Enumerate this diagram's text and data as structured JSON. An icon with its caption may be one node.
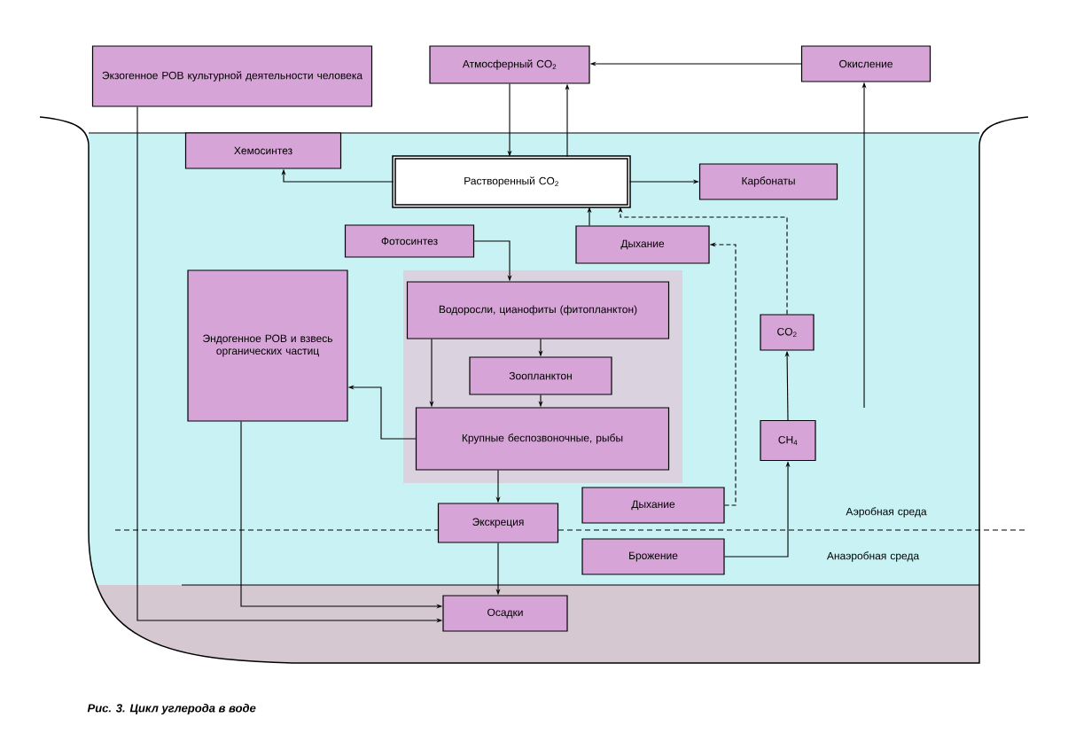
{
  "diagram": {
    "caption": "Рис. 3. Цикл углерода в воде",
    "nodes": [
      {
        "text": [
          "Экзогенное РОВ культурной деятельности человека"
        ]
      },
      {
        "text": [
          "Атмосферный CO$_{2}$"
        ]
      },
      {
        "text": [
          "Окисление"
        ]
      },
      {
        "text": [
          "Хемосинтез"
        ]
      },
      {
        "text": [
          "Растворенный CO$_{2}$"
        ]
      },
      {
        "text": [
          "Карбонаты"
        ]
      },
      {
        "text": [
          "Фотосинтез"
        ]
      },
      {
        "text": [
          "Дыхание"
        ]
      },
      {
        "text": [
          "Эндогенное РОВ и взвесь органических частиц"
        ]
      },
      {
        "text": [
          "Водоросли, цианофиты (фитопланктон)"
        ]
      },
      {
        "text": [
          "Зоопланктон"
        ]
      },
      {
        "text": [
          "Крупные беспозвоночные, рыбы"
        ]
      },
      {
        "text": [
          "CO$_{2}$"
        ]
      },
      {
        "text": [
          "CH$_{4}$"
        ]
      },
      {
        "text": [
          "Экскреция"
        ]
      },
      {
        "text": [
          "Дыхание"
        ]
      },
      {
        "text": [
          "Брожение"
        ]
      },
      {
        "text": [
          "Осадки"
        ]
      }
    ],
    "edges": [
      {
        "from": 1,
        "to": 4,
        "arrow": "to"
      },
      {
        "from": 4,
        "to": 1,
        "arrow": "to"
      },
      {
        "from": 2,
        "to": 1,
        "arrow": "to"
      },
      {
        "from": null,
        "to": 2,
        "arrow": "to"
      },
      {
        "from": 4,
        "to": 5,
        "arrow": "to"
      },
      {
        "from": 7,
        "to": 4,
        "arrow": "to"
      },
      {
        "from": 12,
        "to": 4,
        "arrow": "to",
        "style": "dashed"
      },
      {
        "from": 13,
        "to": 12,
        "arrow": "to"
      },
      {
        "from": 16,
        "to": 13,
        "arrow": "to"
      },
      {
        "from": 6,
        "to": 9,
        "arrow": "to"
      },
      {
        "from": 9,
        "to": 10,
        "arrow": "to"
      },
      {
        "from": 10,
        "to": 11,
        "arrow": "to"
      },
      {
        "from": 9,
        "to": 11,
        "arrow": "to"
      },
      {
        "from": 11,
        "to": 8,
        "arrow": "to"
      },
      {
        "from": 11,
        "to": 14,
        "arrow": "to"
      },
      {
        "from": 14,
        "to": 17,
        "arrow": "to"
      },
      {
        "from": 8,
        "to": 17,
        "arrow": "to"
      },
      {
        "from": 0,
        "to": 17,
        "arrow": "to"
      },
      {
        "from": 4,
        "to": 3,
        "arrow": "to"
      },
      {
        "from": 15,
        "to": 7,
        "arrow": "to",
        "style": "dashed"
      }
    ],
    "labels": [
      "Аэробная среда",
      "Анаэробная среда"
    ]
  }
}
